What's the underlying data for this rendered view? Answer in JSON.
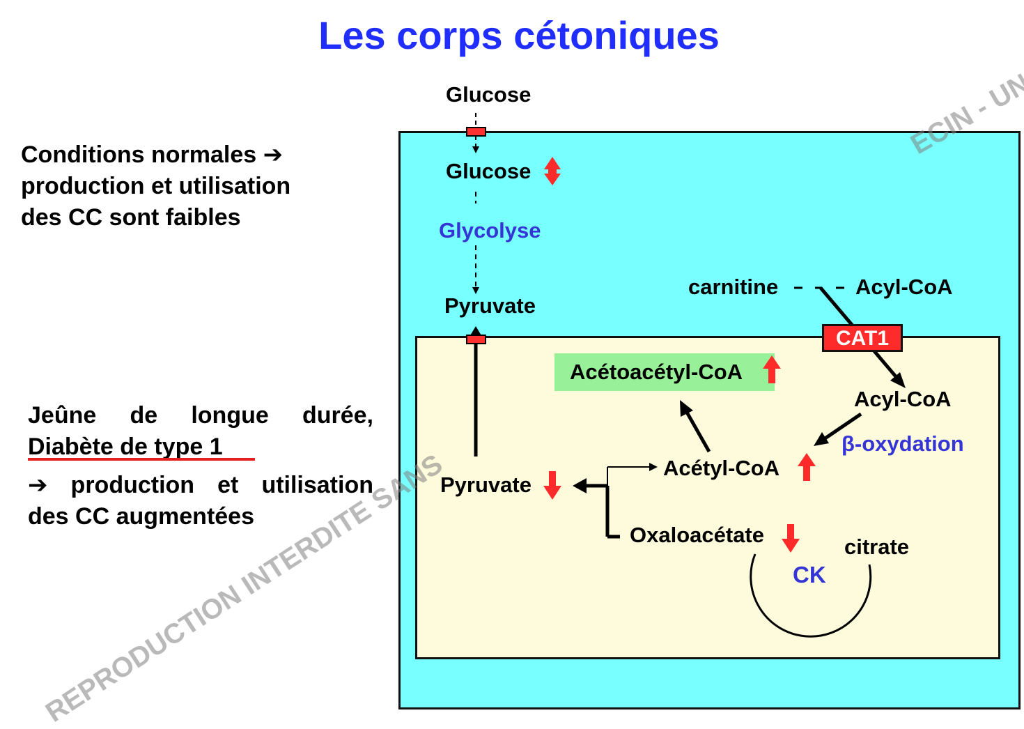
{
  "title": "Les corps cétoniques",
  "left_panel": {
    "normal_conditions": [
      "Conditions normales ➔",
      "production et utilisation",
      "des CC sont faibles"
    ],
    "fasting_line1": "Jeûne de longue durée,",
    "fasting_line2": "Diabète de type 1",
    "fasting_result1": "➔ production et utilisation",
    "fasting_result2": "des CC augmentées"
  },
  "diagram": {
    "glucose_outside": "Glucose",
    "glucose_inside": "Glucose",
    "glycolyse": "Glycolyse",
    "pyruvate_cytosol": "Pyruvate",
    "carnitine": "carnitine",
    "acyl_coa_cytosol": "Acyl-CoA",
    "cat1": "CAT1",
    "acetoacetyl_coa": "Acétoacétyl-CoA",
    "acyl_coa_mito": "Acyl-CoA",
    "beta_oxydation": "β-oxydation",
    "acetyl_coa": "Acétyl-CoA",
    "pyruvate_mito": "Pyruvate",
    "oxaloacetate": "Oxaloacétate",
    "citrate": "citrate",
    "ck": "CK"
  },
  "watermarks": {
    "main": "REPRODUCTION INTERDITE SANS",
    "corner": "ECIN - UNS"
  },
  "colors": {
    "title_blue": "#1f2dff",
    "cell_cyan": "#78ffff",
    "mito_cream": "#fdfbdc",
    "highlight_green": "#98f098",
    "indicator_red": "#ff2a2a",
    "process_blue": "#3535d6"
  },
  "indicators": {
    "glucose_inside": "up-down-arrow-icon",
    "acetoacetyl_coa": "up-arrow-icon",
    "acetyl_coa": "up-arrow-icon",
    "pyruvate_mito": "down-arrow-icon",
    "oxaloacetate": "down-arrow-icon"
  }
}
